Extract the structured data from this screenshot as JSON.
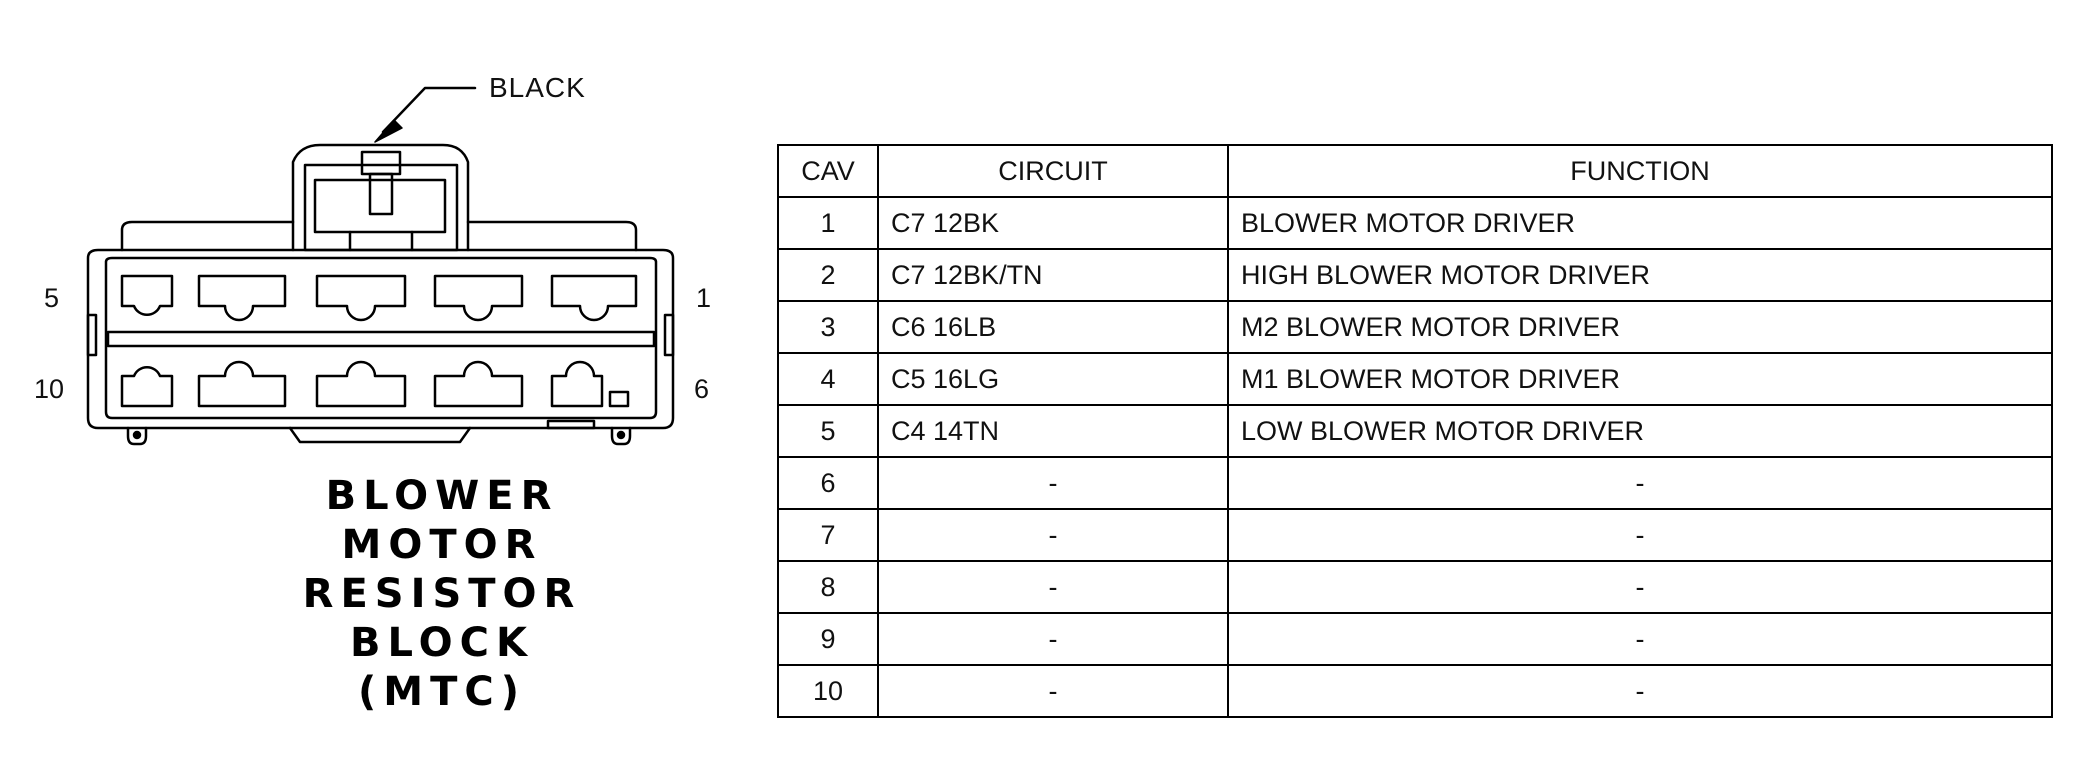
{
  "diagram": {
    "color_label": "BLACK",
    "pin_labels": {
      "top_left": "5",
      "top_right": "1",
      "bottom_left": "10",
      "bottom_right": "6"
    },
    "title_lines": [
      "BLOWER",
      "MOTOR",
      "RESISTOR",
      "BLOCK",
      "(MTC)"
    ]
  },
  "table": {
    "headers": {
      "cav": "CAV",
      "circuit": "CIRCUIT",
      "function": "FUNCTION"
    },
    "rows": [
      {
        "cav": "1",
        "circuit": "C7 12BK",
        "function": "BLOWER MOTOR DRIVER"
      },
      {
        "cav": "2",
        "circuit": "C7 12BK/TN",
        "function": "HIGH BLOWER MOTOR DRIVER"
      },
      {
        "cav": "3",
        "circuit": "C6 16LB",
        "function": "M2 BLOWER MOTOR DRIVER"
      },
      {
        "cav": "4",
        "circuit": "C5 16LG",
        "function": "M1 BLOWER MOTOR DRIVER"
      },
      {
        "cav": "5",
        "circuit": "C4 14TN",
        "function": "LOW BLOWER MOTOR DRIVER"
      },
      {
        "cav": "6",
        "circuit": "-",
        "function": "-"
      },
      {
        "cav": "7",
        "circuit": "-",
        "function": "-"
      },
      {
        "cav": "8",
        "circuit": "-",
        "function": "-"
      },
      {
        "cav": "9",
        "circuit": "-",
        "function": "-"
      },
      {
        "cav": "10",
        "circuit": "-",
        "function": "-"
      }
    ]
  }
}
